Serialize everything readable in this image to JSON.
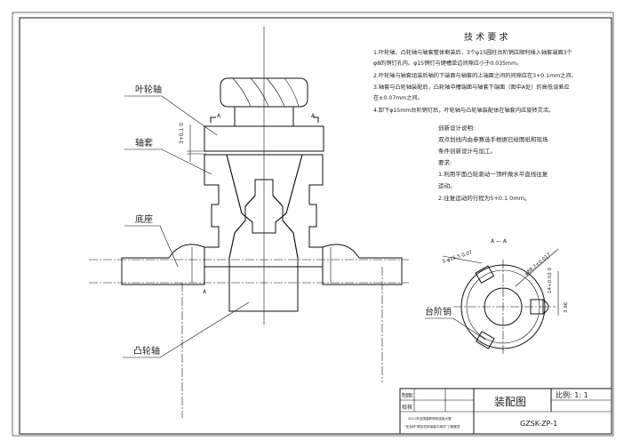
{
  "labels": {
    "impeller_shaft": "叶轮轴",
    "sleeve": "轴套",
    "base": "底座",
    "cam_shaft": "凸轮轴",
    "stepped_pin": "台阶销",
    "section_mark": "A",
    "section_title": "A — A",
    "gap_dim": "3+0.1 0",
    "pin_dim": "3-φ15.5 0.07",
    "dia_dim": "φ88.2±0.017",
    "height_dim": "14+0.02 0",
    "small_dim": "3.96"
  },
  "tech_requirements": {
    "title": "技 术 要 求",
    "items": [
      "1.叶轮轴、凸轮轴与轴套整体割装后，3个φ15圆柱台阶销应顺利插入轴套端面3个",
      "φ8的销钉孔内。φ15销钉与键槽单边间隙应小于0.035mm。",
      "2.叶轮轴与轴套组装后轴的下端面与轴套的上端面之间的间隙应在3+0.1mm之间。",
      "3.轴套与凸轮轴装配后，凸轮轴中槽端面与轴套下端面（图中A处）的高低误差应",
      "在±0.07mm之间。",
      "4.卸下φ15mm台阶销钉后，叶轮轴与凸轮轴装配体在轴套内应旋转灵活。"
    ]
  },
  "design_notes": {
    "lines": [
      "创新设计说明:",
      "双点划线内由参赛选手根据已给图纸和现场",
      "条件创新设计与加工。",
      "要求:",
      "1.利用平面凸轮驱动一顶杆做水平直线往复",
      "运动。",
      "2.往复运动的行程为5+0.1 0mm。"
    ]
  },
  "title_block": {
    "drawn_label": "制图",
    "checked_label": "校核",
    "drawing_title": "装配图",
    "scale": "比例: 1: 1",
    "drawing_number": "GZSK-ZP-1",
    "org_line1": "2011年全国高职院校技能大赛",
    "org_line2": "\"亚龙杯\"数控机床组装与调试\"工程赛项"
  }
}
